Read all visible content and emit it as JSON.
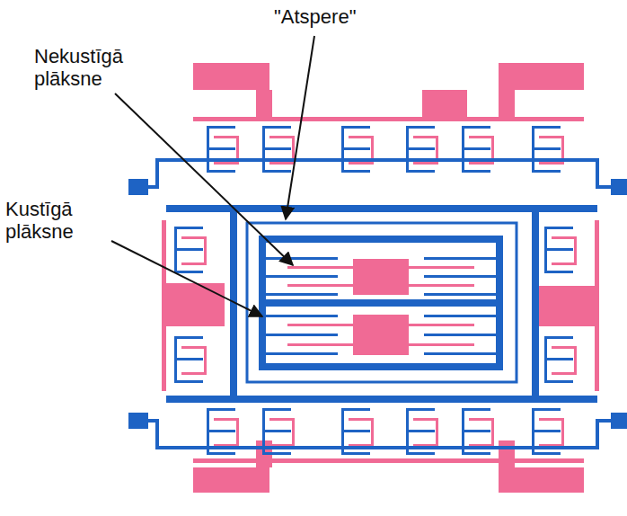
{
  "diagram": {
    "labels": [
      "\"Atspere\"",
      "Nekustīgā plāksne",
      "Kustīgā plāksne"
    ]
  }
}
